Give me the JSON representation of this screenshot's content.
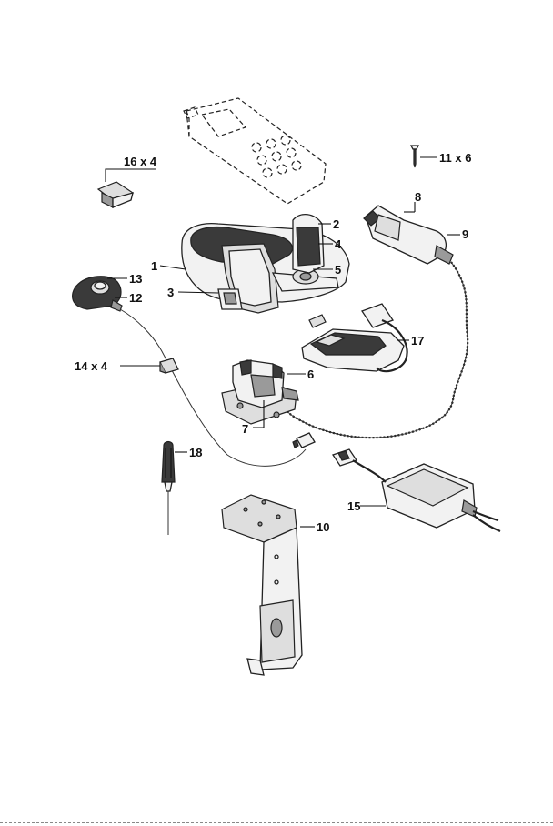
{
  "labels": {
    "p1": "1",
    "p2": "2",
    "p3": "3",
    "p4": "4",
    "p5": "5",
    "p6": "6",
    "p7": "7",
    "p8": "8",
    "p9": "9",
    "p10": "10",
    "p11": "11 x 6",
    "p12": "12",
    "p13": "13",
    "p14": "14 x 4",
    "p15": "15",
    "p16": "16 x 4",
    "p17": "17",
    "p18": "18"
  }
}
